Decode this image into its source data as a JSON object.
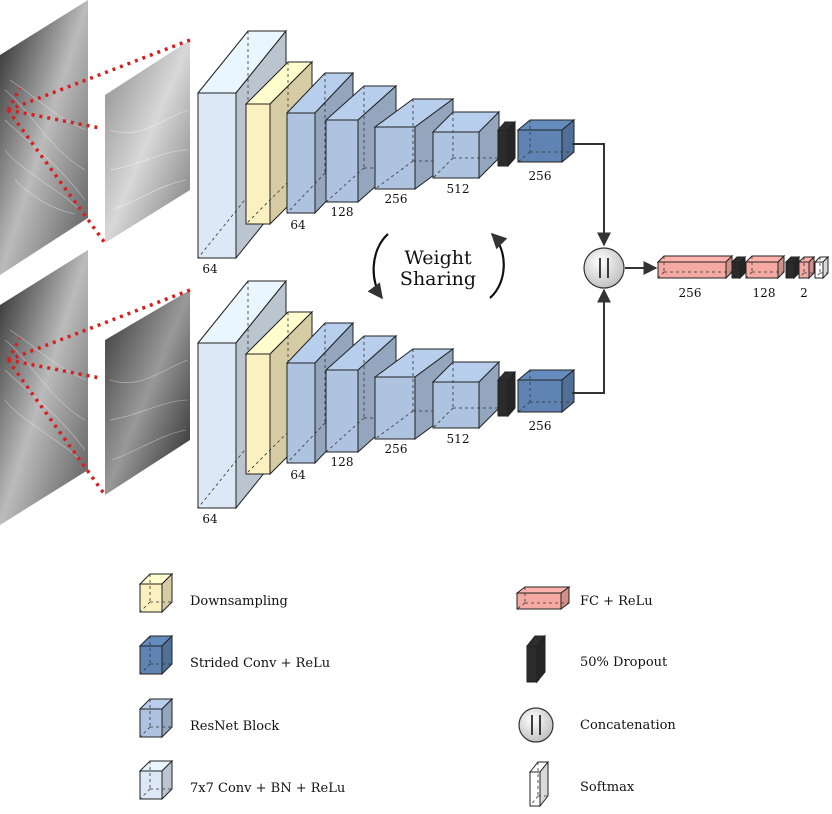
{
  "colors": {
    "conv7x7": "#dce8f5",
    "downsampling": "#fbf0c0",
    "resnet": "#adc3e0",
    "strided": "#5f84b3",
    "fc": "#f4a9a2",
    "dropout": "#2b2b2b",
    "red_dots": "#d62020"
  },
  "top_branch": {
    "labels": [
      "64",
      "64",
      "128",
      "256",
      "512",
      "256"
    ]
  },
  "bottom_branch": {
    "labels": [
      "64",
      "64",
      "128",
      "256",
      "512",
      "256"
    ]
  },
  "weight_sharing": {
    "line1": "Weight",
    "line2": "Sharing"
  },
  "head": {
    "labels": [
      "256",
      "128",
      "2"
    ]
  },
  "legend": [
    {
      "label": "Downsampling",
      "icon": "downsampling-icon"
    },
    {
      "label": "Strided Conv + ReLu",
      "icon": "strided-conv-icon"
    },
    {
      "label": "ResNet Block",
      "icon": "resnet-block-icon"
    },
    {
      "label": "7x7 Conv + BN + ReLu",
      "icon": "conv7x7-icon"
    },
    {
      "label": "FC + ReLu",
      "icon": "fc-icon"
    },
    {
      "label": "50% Dropout",
      "icon": "dropout-icon"
    },
    {
      "label": "Concatenation",
      "icon": "concatenation-icon"
    },
    {
      "label": "Softmax",
      "icon": "softmax-icon"
    }
  ]
}
